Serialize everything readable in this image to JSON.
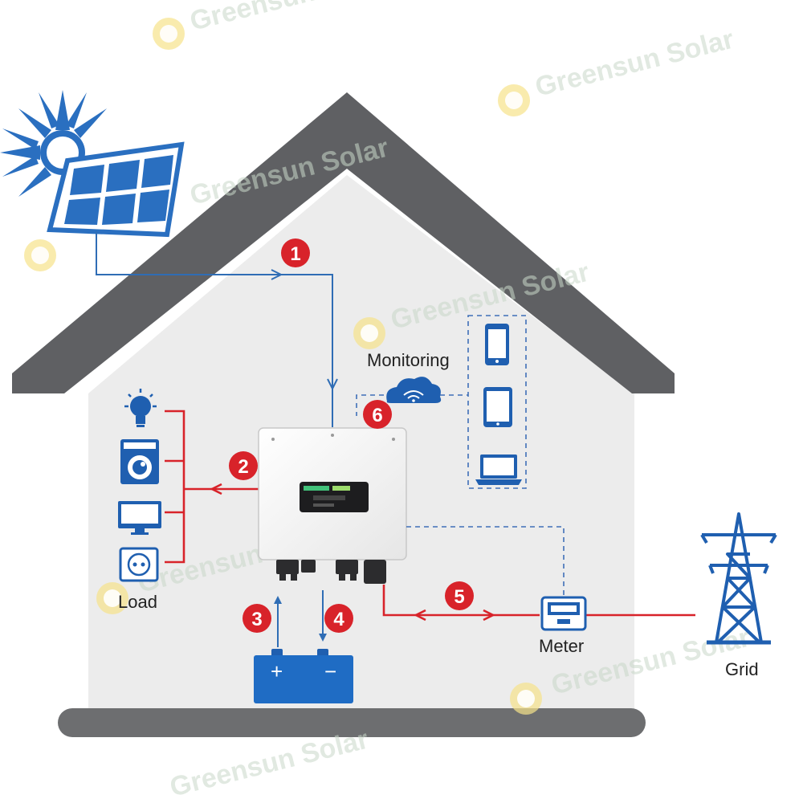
{
  "labels": {
    "monitoring": "Monitoring",
    "load": "Load",
    "meter": "Meter",
    "grid": "Grid"
  },
  "steps": [
    "1",
    "2",
    "3",
    "4",
    "5",
    "6"
  ],
  "battery": {
    "positive": "+",
    "negative": "−"
  },
  "watermark": "Greensun Solar",
  "icons": {
    "sun": "sun-icon",
    "solar_panel": "solar-panel-icon",
    "bulb": "light-bulb-icon",
    "washer": "washing-machine-icon",
    "tv": "monitor-icon",
    "socket": "power-socket-icon",
    "cloud": "wifi-cloud-icon",
    "phone": "smartphone-icon",
    "tablet": "tablet-icon",
    "laptop": "laptop-icon",
    "inverter": "hybrid-inverter-icon",
    "battery": "battery-icon",
    "meter": "electric-meter-icon",
    "tower": "transmission-tower-icon"
  },
  "colors": {
    "dc_line": "#2f6db5",
    "ac_line": "#d8232a",
    "step_badge": "#d8232a",
    "roof": "#5f6063",
    "wall": "#ededed",
    "icon_blue": "#1f5fb0",
    "ground": "#6d6e70"
  }
}
